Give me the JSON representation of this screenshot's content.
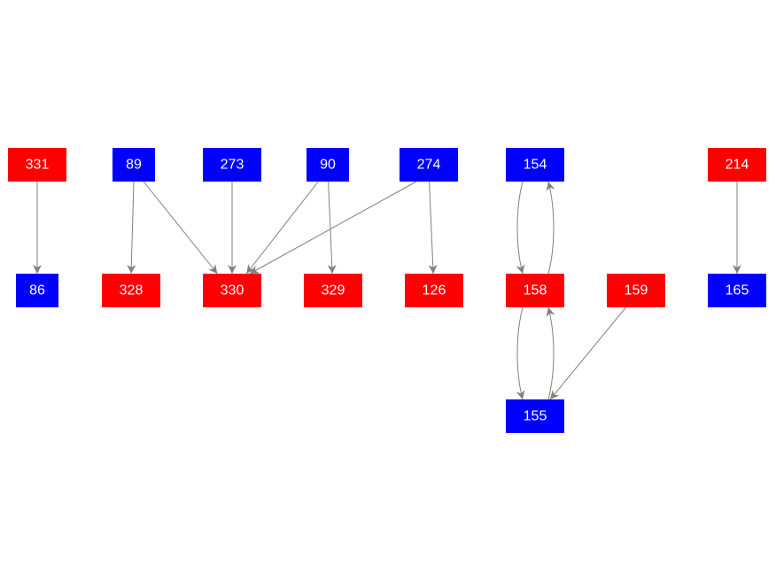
{
  "colors": {
    "red": "#ff0000",
    "blue": "#0000ff",
    "edge": "#808080"
  },
  "nodes": [
    {
      "id": "331",
      "label": "331",
      "color": "red"
    },
    {
      "id": "89",
      "label": "89",
      "color": "blue"
    },
    {
      "id": "273",
      "label": "273",
      "color": "blue"
    },
    {
      "id": "90",
      "label": "90",
      "color": "blue"
    },
    {
      "id": "274",
      "label": "274",
      "color": "blue"
    },
    {
      "id": "154",
      "label": "154",
      "color": "blue"
    },
    {
      "id": "214",
      "label": "214",
      "color": "red"
    },
    {
      "id": "86",
      "label": "86",
      "color": "blue"
    },
    {
      "id": "328",
      "label": "328",
      "color": "red"
    },
    {
      "id": "330",
      "label": "330",
      "color": "red"
    },
    {
      "id": "329",
      "label": "329",
      "color": "red"
    },
    {
      "id": "126",
      "label": "126",
      "color": "red"
    },
    {
      "id": "158",
      "label": "158",
      "color": "red"
    },
    {
      "id": "159",
      "label": "159",
      "color": "red"
    },
    {
      "id": "165",
      "label": "165",
      "color": "blue"
    },
    {
      "id": "155",
      "label": "155",
      "color": "blue"
    }
  ],
  "edges": [
    {
      "from": "331",
      "to": "86"
    },
    {
      "from": "89",
      "to": "328"
    },
    {
      "from": "89",
      "to": "330"
    },
    {
      "from": "273",
      "to": "330"
    },
    {
      "from": "90",
      "to": "330"
    },
    {
      "from": "90",
      "to": "329"
    },
    {
      "from": "274",
      "to": "330"
    },
    {
      "from": "274",
      "to": "126"
    },
    {
      "from": "154",
      "to": "158"
    },
    {
      "from": "158",
      "to": "154"
    },
    {
      "from": "158",
      "to": "155"
    },
    {
      "from": "155",
      "to": "158"
    },
    {
      "from": "159",
      "to": "155"
    },
    {
      "from": "214",
      "to": "165"
    }
  ]
}
